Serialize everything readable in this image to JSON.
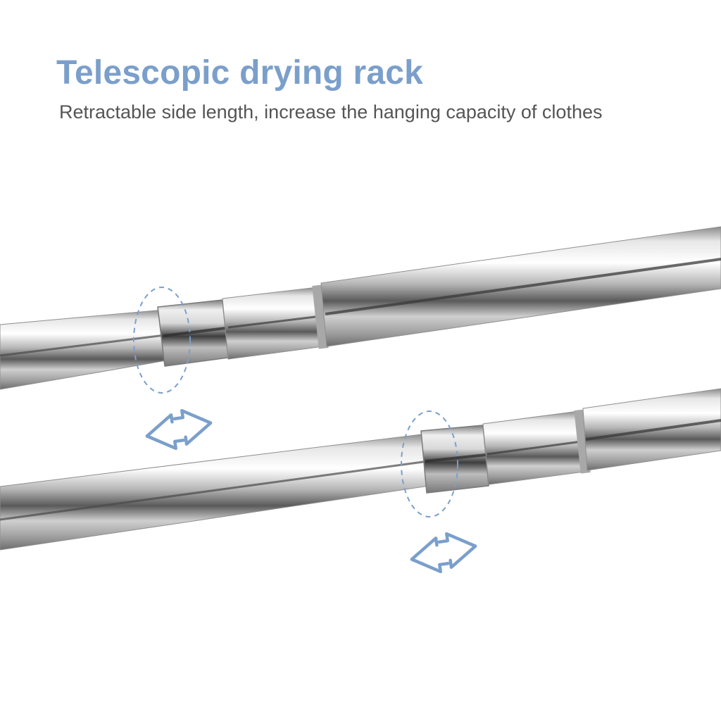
{
  "header": {
    "title": "Telescopic drying rack",
    "subtitle": "Retractable side length, increase the hanging capacity of clothes"
  },
  "colors": {
    "title": "#7b9fcb",
    "subtitle": "#555555",
    "accent_dashed": "#7b9fcb",
    "arrow_stroke": "#7b9fcb"
  },
  "icons": [
    "double-arrow-icon",
    "dashed-oval-highlight"
  ]
}
